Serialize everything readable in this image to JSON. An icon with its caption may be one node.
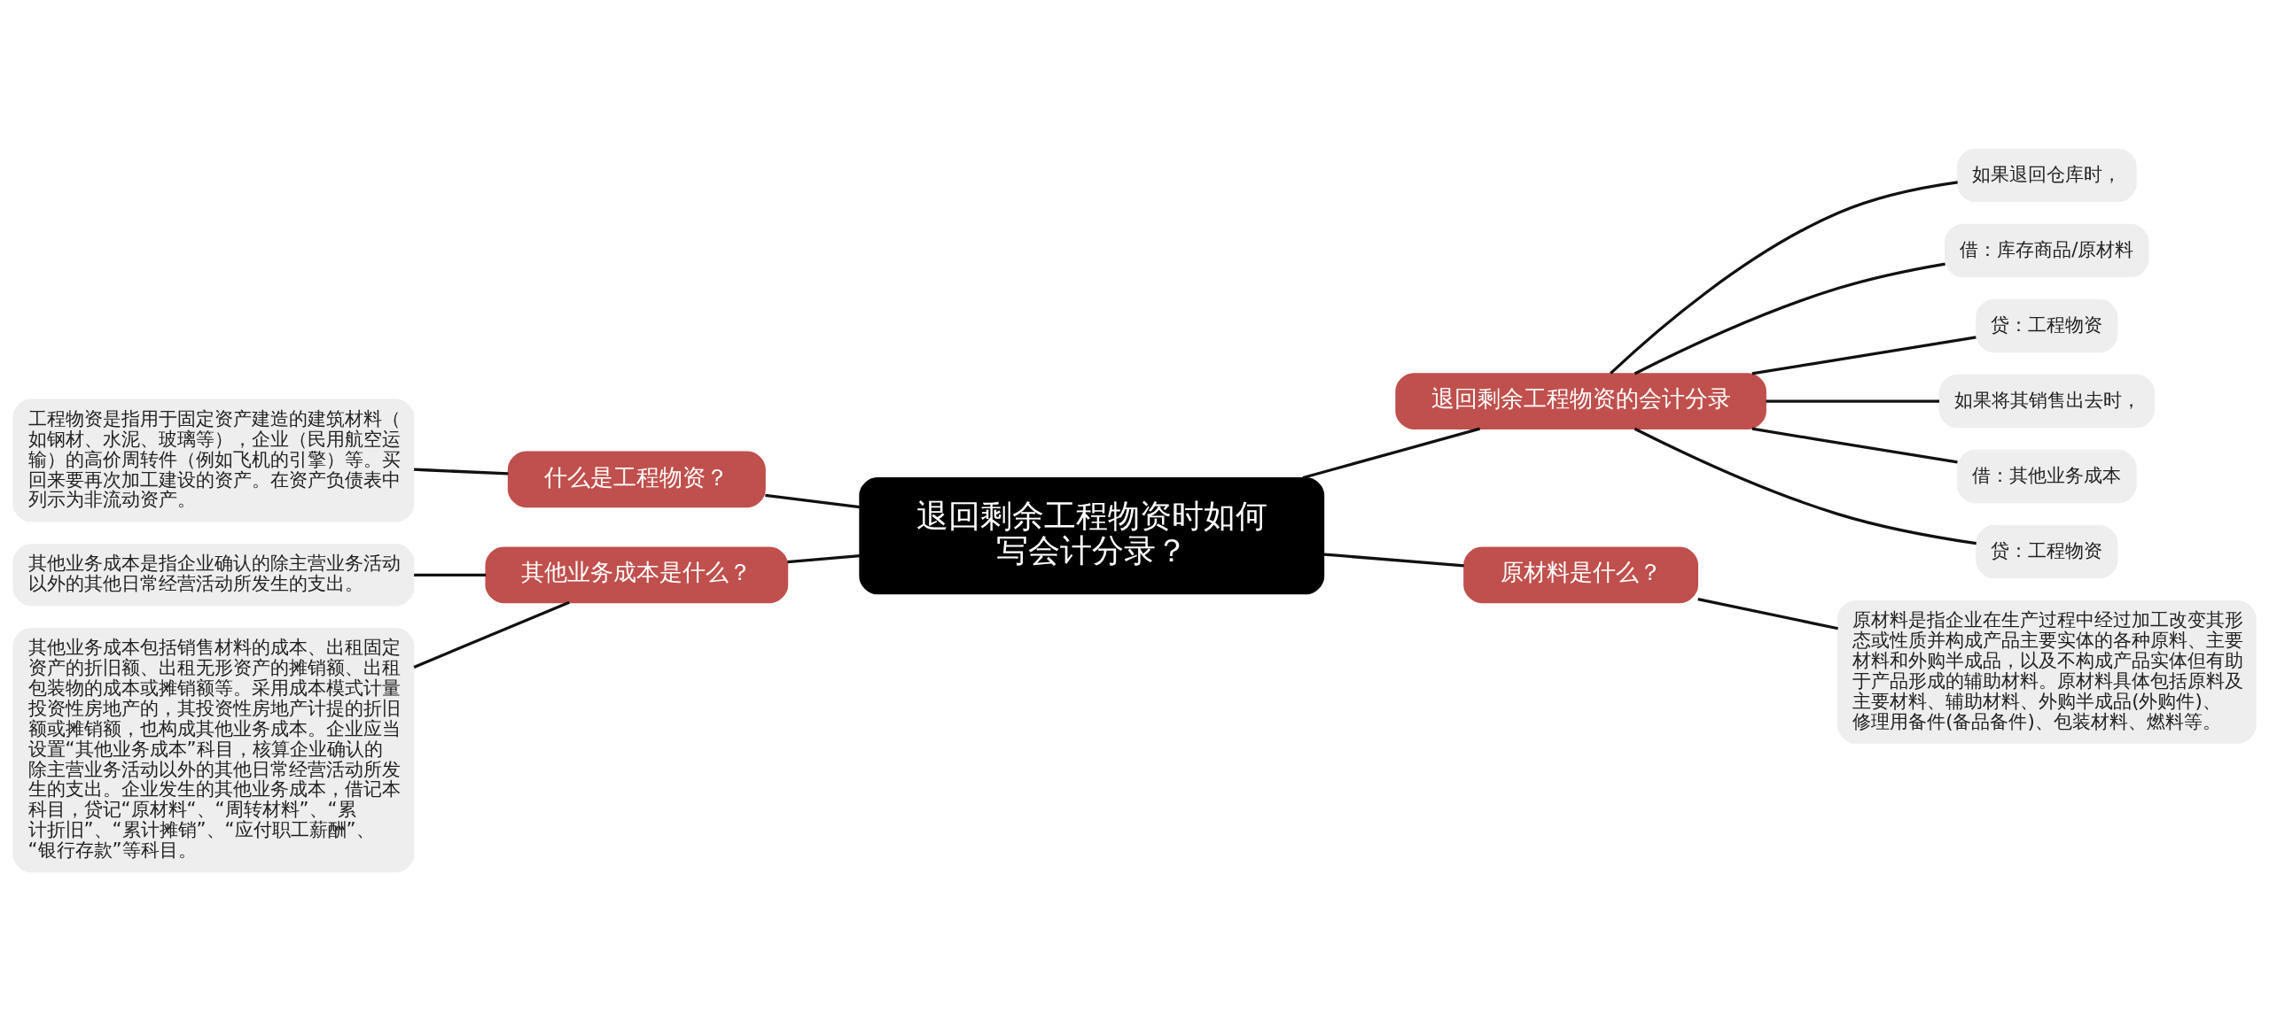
{
  "diagram": {
    "nodes": [
      {
        "text": [
          "退回剩余工程物资时如何写会计分录？"
        ]
      },
      {
        "text": [
          "退回剩余工程物资的会计分录"
        ]
      },
      {
        "text": [
          "如果退回仓库时，"
        ]
      },
      {
        "text": [
          "借：库存商品/原材料"
        ]
      },
      {
        "text": [
          "贷：工程物资"
        ]
      },
      {
        "text": [
          "如果将其销售出去时，"
        ]
      },
      {
        "text": [
          "借：其他业务成本"
        ]
      },
      {
        "text": [
          "贷：工程物资"
        ]
      },
      {
        "text": [
          "原材料是什么？"
        ]
      },
      {
        "text": [
          "原材料是指企业在生产过程中经过加工改变其形态或性质并构成产品主要实体的各种原料、主要材料和外购半成品，以及不构成产品实体但有助于产品形成的辅助材料。原材料具体包括原料及主要材料、辅助材料、外购半成品(外购件)、修理用备件(备品备件)、包装材料、燃料等。"
        ]
      },
      {
        "text": [
          "什么是工程物资？"
        ]
      },
      {
        "text": [
          "工程物资是指用于固定资产建造的建筑材料（如钢材、水泥、玻璃等），企业（民用航空运输）的高价周转件（例如飞机的引擎）等。买回来要再次加工建设的资产。在资产负债表中列示为非流动资产。"
        ]
      },
      {
        "text": [
          "其他业务成本是什么？"
        ]
      },
      {
        "text": [
          "其他业务成本是指企业确认的除主营业务活动以外的其他日常经营活动所发生的支出。"
        ]
      },
      {
        "text": [
          "其他业务成本包括销售材料的成本、出租固定资产的折旧额、出租无形资产的摊销额、出租包装物的成本或摊销额等。采用成本模式计量投资性房地产的，其投资性房地产计提的折旧额或摊销额，也构成其他业务成本。企业应当设置“其他业务成本”科目，核算企业确认的除主营业务活动以外的其他日常经营活动所发生的支出。企业发生的其他业务成本，借记本科目，贷记“原材料“、“周转材料”、“累计折旧”、“累计摊销”、“应付职工薪酬”、“银行存款”等科目。"
        ]
      }
    ],
    "edges": [
      {
        "from": 0,
        "to": 1,
        "arrow": "none"
      },
      {
        "from": 1,
        "to": 2,
        "arrow": "none"
      },
      {
        "from": 1,
        "to": 3,
        "arrow": "none"
      },
      {
        "from": 1,
        "to": 4,
        "arrow": "none"
      },
      {
        "from": 1,
        "to": 5,
        "arrow": "none"
      },
      {
        "from": 1,
        "to": 6,
        "arrow": "none"
      },
      {
        "from": 1,
        "to": 7,
        "arrow": "none"
      },
      {
        "from": 0,
        "to": 8,
        "arrow": "none"
      },
      {
        "from": 8,
        "to": 9,
        "arrow": "none"
      },
      {
        "from": 11,
        "to": 10,
        "arrow": "none"
      },
      {
        "from": 10,
        "to": 0,
        "arrow": "none"
      },
      {
        "from": 13,
        "to": 12,
        "arrow": "none"
      },
      {
        "from": 14,
        "to": 12,
        "arrow": "none"
      },
      {
        "from": 12,
        "to": 0,
        "arrow": "none"
      }
    ]
  }
}
